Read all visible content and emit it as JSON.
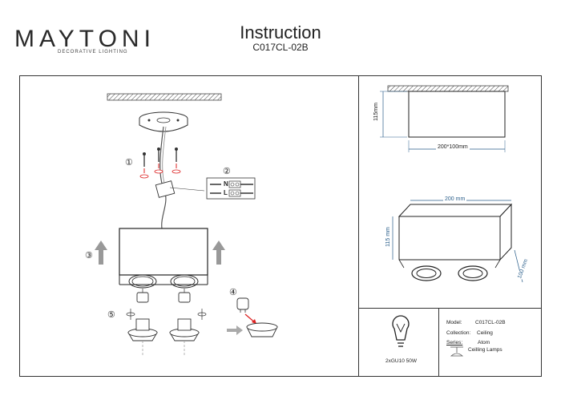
{
  "brand": {
    "name": "MAYTONI",
    "tagline": "DECORATIVE LIGHTING"
  },
  "header": {
    "title": "Instruction",
    "model_code": "C017CL-02B"
  },
  "steps": {
    "s1": "①",
    "s2": "②",
    "s3": "③",
    "s4": "④",
    "s5": "⑤"
  },
  "wiring": {
    "n": "N",
    "l": "L"
  },
  "dimensions": {
    "top_height": "115mm",
    "top_footprint": "200*100mm",
    "iso_width": "200 mm",
    "iso_height": "115 mm",
    "iso_depth": "100 mm"
  },
  "bulb": {
    "spec": "2xGU10 50W"
  },
  "specs": {
    "model_label": "Model:",
    "model_value": "C017CL-02B",
    "collection_label": "Collection:",
    "collection_value": "Ceiling",
    "series_label": "Series:",
    "series_value": "Atom",
    "type_value": "Ceilling Lamps"
  }
}
